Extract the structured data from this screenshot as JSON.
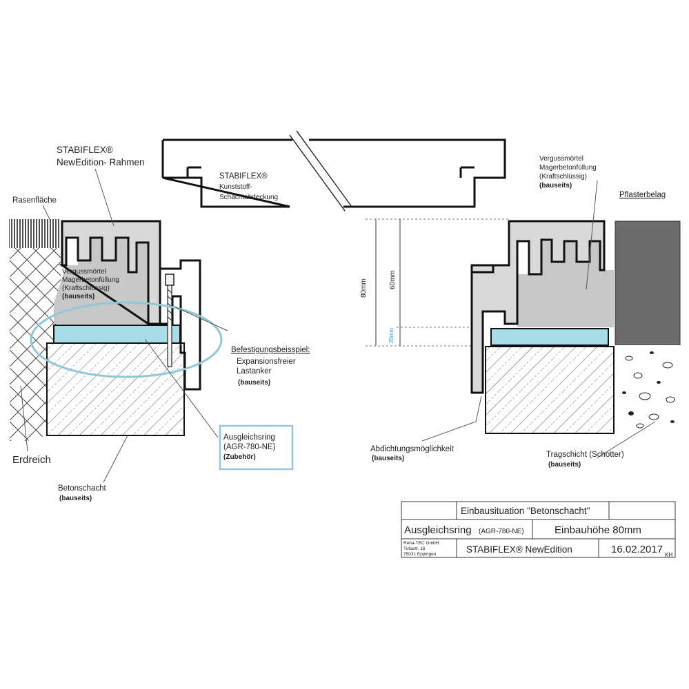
{
  "labels": {
    "frame_title": "STABIFLEX®",
    "frame_subtitle": "NewEdition- Rahmen",
    "lawn": "Rasenfläche",
    "grout_left_1": "Vergussmörtel",
    "grout_left_2": "Magerbetonfüllung",
    "grout_left_3": "(Kraftschlüssig)",
    "grout_left_4": "(bauseits)",
    "cover_title": "STABIFLEX®",
    "cover_line1": "Kunststoff-",
    "cover_line2": "Schachtabdeckung",
    "fastening_title": "Befestigungsbeisspiel:",
    "fastening_line1": "Expansionsfreier",
    "fastening_line2": "Lastanker",
    "fastening_line3": "(bauseits)",
    "ring_line1": "Ausgleichsring",
    "ring_line2": "(AGR-780-NE)",
    "ring_line3": "(Zubehör)",
    "soil": "Erdreich",
    "shaft_line1": "Betonschacht",
    "shaft_line2": "(bauseits)",
    "grout_right_1": "Vergussmörtel",
    "grout_right_2": "Magerbetonfüllung",
    "grout_right_3": "(Kraftschlüssig)",
    "grout_right_4": "(bauseits)",
    "paving": "Pflasterbelag",
    "dim_80": "80mm",
    "dim_60": "60mm",
    "dim_20": "20mm",
    "seal_line1": "Abdichtungsmöglichkeit",
    "seal_line2": "(bauseits)",
    "base_line1": "Tragschicht (Schotter)",
    "base_line2": "(bauseits)"
  },
  "title_block": {
    "row1": "Einbausituation \"Betonschacht\"",
    "product": "Ausgleichsring",
    "product_code": "(AGR-780-NE)",
    "height": "Einbauhöhe 80mm",
    "company_1": "Reha-TEC GmbH",
    "company_2": "Tullastr. 16",
    "company_3": "75031 Eppingen",
    "series": "STABIFLEX® NewEdition",
    "date": "16.02.2017",
    "initials": "KH"
  },
  "colors": {
    "ring": "#a8dce8",
    "ring_highlight": "#8fc9d9",
    "frame_fill": "#d9d9d9",
    "grout_fill": "#c8c8c8",
    "paving_fill": "#6b6b6b"
  }
}
